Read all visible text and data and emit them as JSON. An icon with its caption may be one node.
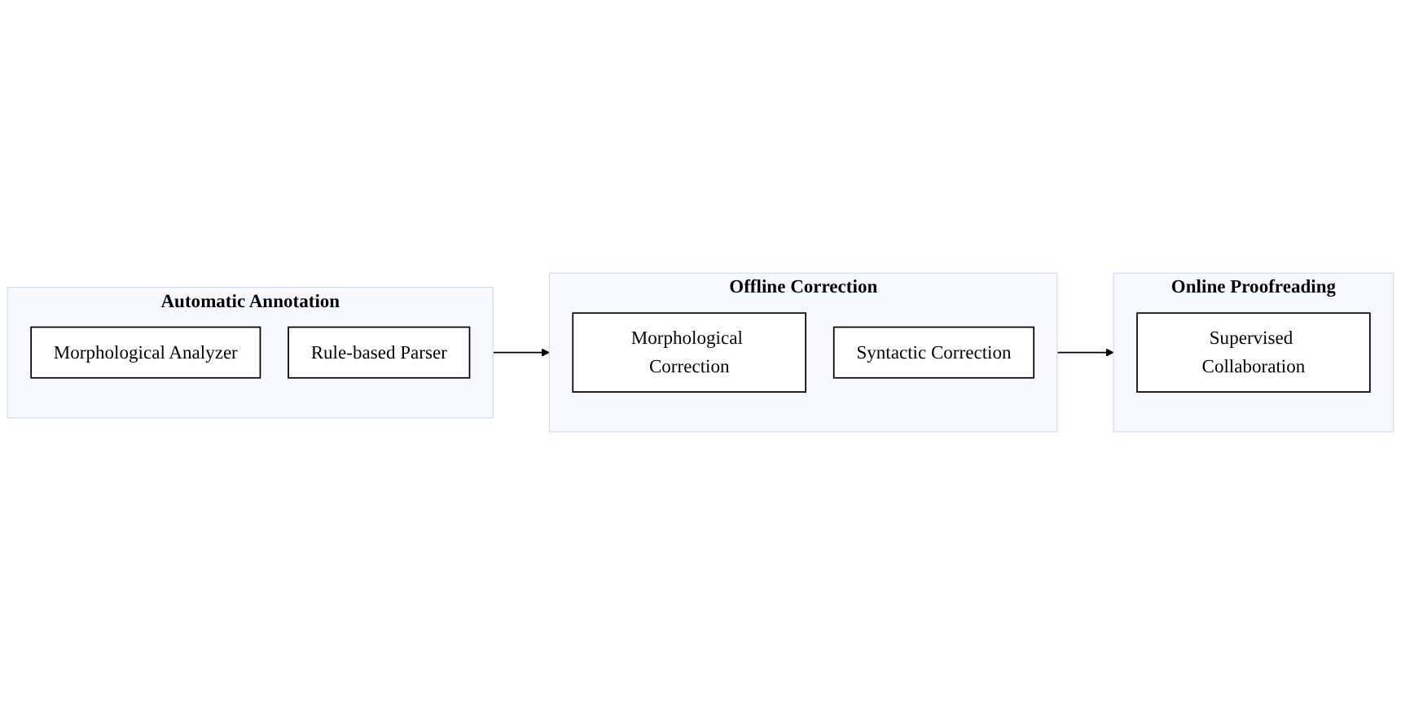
{
  "diagram": {
    "nodes": [
      {
        "text": [
          "Automatic Annotation"
        ]
      },
      {
        "text": [
          "Morphological Analyzer"
        ],
        "in": 0
      },
      {
        "text": [
          "Rule-based Parser"
        ],
        "in": 0
      },
      {
        "text": [
          "Offline Correction"
        ]
      },
      {
        "text": [
          "Morphological Correction"
        ],
        "in": 3
      },
      {
        "text": [
          "Syntactic Correction"
        ],
        "in": 3
      },
      {
        "text": [
          "Online Proofreading"
        ]
      },
      {
        "text": [
          "Supervised Collaboration"
        ],
        "in": 6
      }
    ],
    "edges": [
      {
        "from": 0,
        "to": 3,
        "arrow": "to"
      },
      {
        "from": 3,
        "to": 6,
        "arrow": "to"
      }
    ]
  }
}
